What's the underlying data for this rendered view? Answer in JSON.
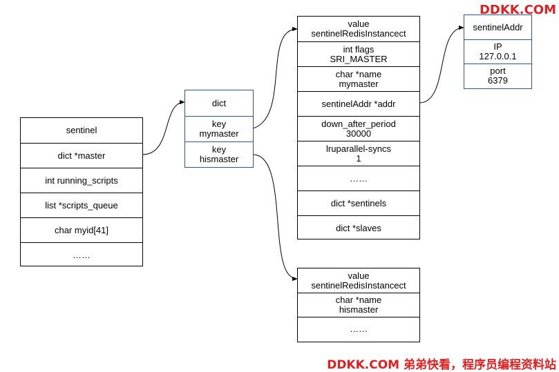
{
  "sentinel_struct": {
    "rows": [
      [
        "sentinel"
      ],
      [
        "dict *master"
      ],
      [
        "int running_scripts"
      ],
      [
        "list *scripts_queue"
      ],
      [
        "char myid[41]"
      ],
      [
        "……"
      ]
    ]
  },
  "dict": {
    "rows": [
      [
        "dict"
      ],
      [
        "key",
        "mymaster"
      ],
      [
        "key",
        "hismaster"
      ]
    ]
  },
  "mymaster_instance": {
    "rows": [
      [
        "value",
        "sentinelRedisInstancect"
      ],
      [
        "int flags",
        "SRI_MASTER"
      ],
      [
        "char *name",
        "mymaster"
      ],
      [
        "sentinelAddr *addr"
      ],
      [
        "down_after_period",
        "30000"
      ],
      [
        "lruparallel-syncs",
        "1"
      ],
      [
        "……"
      ],
      [
        "dict *sentinels"
      ],
      [
        "dict *slaves"
      ]
    ]
  },
  "sentinel_addr": {
    "rows": [
      [
        "sentinelAddr"
      ],
      [
        "IP",
        "127.0.0.1"
      ],
      [
        "port",
        "6379"
      ]
    ]
  },
  "hismaster_instance": {
    "rows": [
      [
        "value",
        "sentinelRedisInstancect"
      ],
      [
        "char *name",
        "hismaster"
      ],
      [
        "……"
      ]
    ]
  },
  "watermark": {
    "top": "DDKK.COM",
    "bottom": "DDKK.COM 弟弟快看，程序员编程资料站"
  },
  "colors": {
    "blue_border": "#2b5797",
    "watermark_red": "#e02020"
  }
}
